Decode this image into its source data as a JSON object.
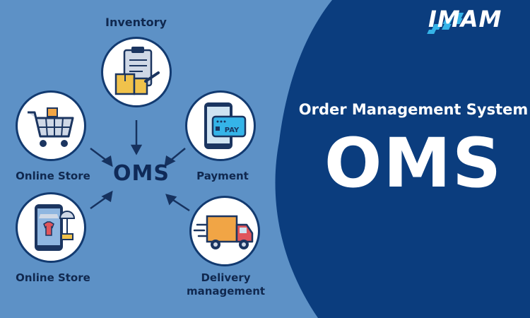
{
  "brand": {
    "name": "IMAM"
  },
  "panel": {
    "subtitle": "Order Management System",
    "title": "OMS"
  },
  "diagram": {
    "center_label": "OMS",
    "nodes": {
      "inventory": "Inventory",
      "payment": "Payment",
      "online_store_top": "Online Store",
      "online_store_bottom": "Online Store",
      "delivery_line1": "Delivery",
      "delivery_line2": "management",
      "pay_card_text": "PAY"
    }
  },
  "colors": {
    "background": "#5d91c6",
    "panel": "#0b3d7e",
    "outline": "#123a70",
    "accent_cyan": "#35b4e8",
    "accent_yellow": "#f0c24b",
    "accent_orange": "#f1a545",
    "accent_red": "#e0555b",
    "text_dark": "#10284f"
  }
}
